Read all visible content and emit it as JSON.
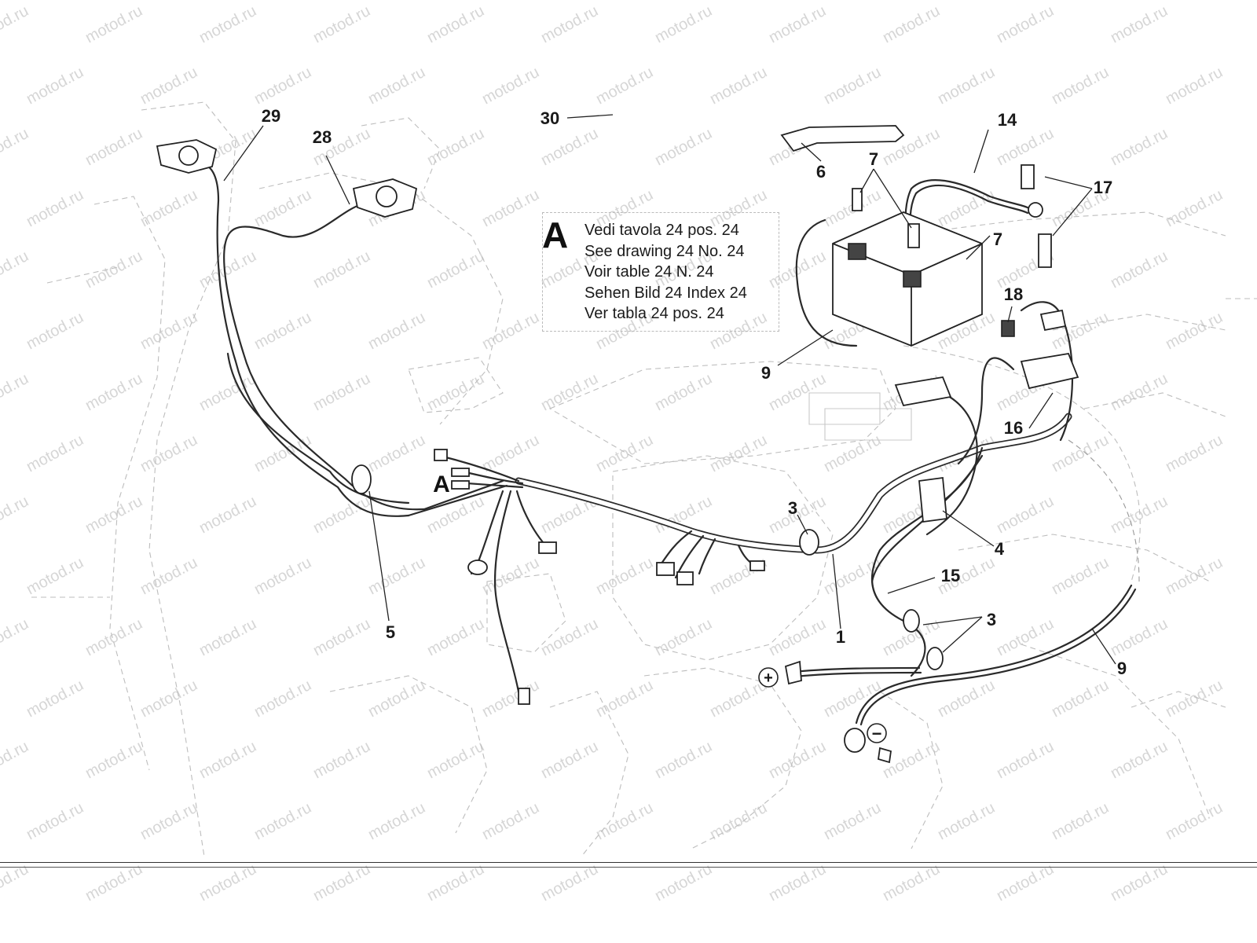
{
  "watermark": "motod.ru",
  "callouts": {
    "c1": "1",
    "c3a": "3",
    "c3b": "3",
    "c4": "4",
    "c5": "5",
    "c6": "6",
    "c7a": "7",
    "c7b": "7",
    "c9a": "9",
    "c9b": "9",
    "c14": "14",
    "c15": "15",
    "c16": "16",
    "c17": "17",
    "c18": "18",
    "c28": "28",
    "c29": "29",
    "c30": "30"
  },
  "connector_a_label": "A",
  "legend": {
    "letter": "A",
    "lines": [
      "Vedi tavola 24 pos. 24",
      "See drawing 24 No. 24",
      "Voir table 24 N. 24",
      "Sehen Bild 24 Index 24",
      "Ver tabla 24 pos. 24"
    ]
  },
  "terminal_symbols": {
    "positive": "+",
    "negative": "−"
  },
  "colors": {
    "line": "#222222",
    "ghost": "#bdbdbd",
    "watermark": "#d6d6d6"
  }
}
